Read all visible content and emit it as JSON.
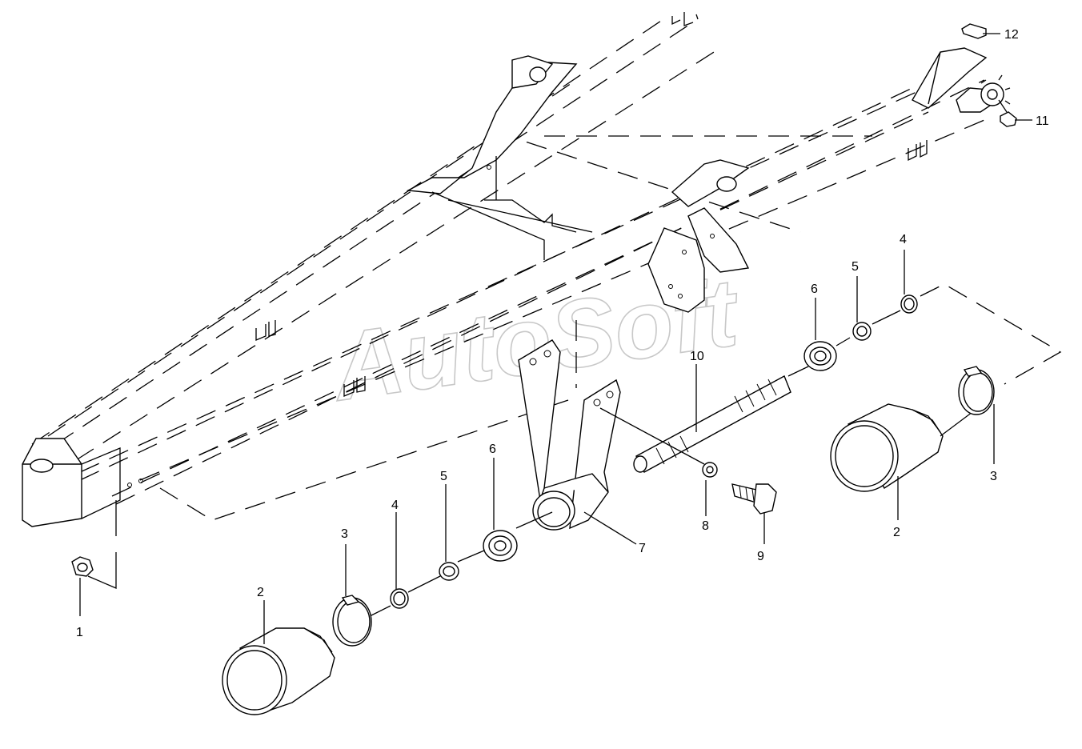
{
  "watermark": "AutoSoft",
  "callouts": [
    {
      "id": "c1",
      "label": "1"
    },
    {
      "id": "c2a",
      "label": "2"
    },
    {
      "id": "c2b",
      "label": "2"
    },
    {
      "id": "c3a",
      "label": "3"
    },
    {
      "id": "c3b",
      "label": "3"
    },
    {
      "id": "c4a",
      "label": "4"
    },
    {
      "id": "c4b",
      "label": "4"
    },
    {
      "id": "c5a",
      "label": "5"
    },
    {
      "id": "c5b",
      "label": "5"
    },
    {
      "id": "c6a",
      "label": "6"
    },
    {
      "id": "c6b",
      "label": "6"
    },
    {
      "id": "c7",
      "label": "7"
    },
    {
      "id": "c8",
      "label": "8"
    },
    {
      "id": "c9",
      "label": "9"
    },
    {
      "id": "c10",
      "label": "10"
    },
    {
      "id": "c11",
      "label": "11"
    },
    {
      "id": "c12",
      "label": "12"
    }
  ]
}
